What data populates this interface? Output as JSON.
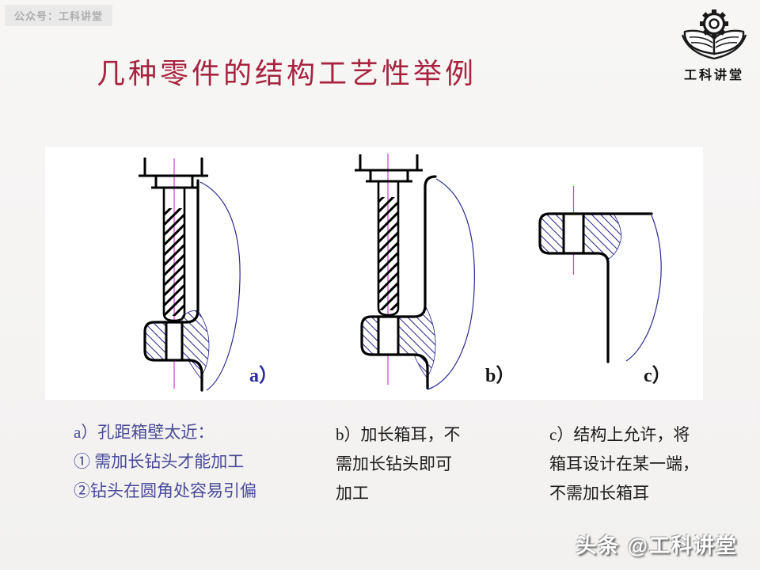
{
  "header": {
    "badge": "公众号：工科讲堂",
    "title": "几种零件的结构工艺性举例",
    "logo_text": "工科讲堂"
  },
  "figures": {
    "a": {
      "label": "a）"
    },
    "b": {
      "label": "b）"
    },
    "c": {
      "label": "c）"
    }
  },
  "captions": {
    "a": {
      "line1": "a）孔距箱壁太近：",
      "line2": "① 需加长钻头才能加工",
      "line3": "②钻头在圆角处容易引偏"
    },
    "b": {
      "line1": "b）加长箱耳，不",
      "line2": "需加长钻头即可",
      "line3": "加工"
    },
    "c": {
      "line1": "c）结构上允许，将",
      "line2": "箱耳设计在某一端，",
      "line3": "不需加长箱耳"
    }
  },
  "footer": {
    "watermark": "头条 @工科讲堂"
  },
  "colors": {
    "title": "#A8233F",
    "caption_a": "#4A4A9A",
    "caption_text": "#1C1C1C",
    "label_a": "#2B2BA8",
    "label_bc": "#141414",
    "outline": "#000000",
    "hatch": "#22228C",
    "breakline": "#2A2A90",
    "centerline": "#CC3FCC",
    "badge_bg": "#E9E9E9",
    "badge_text": "#ADADAD"
  }
}
